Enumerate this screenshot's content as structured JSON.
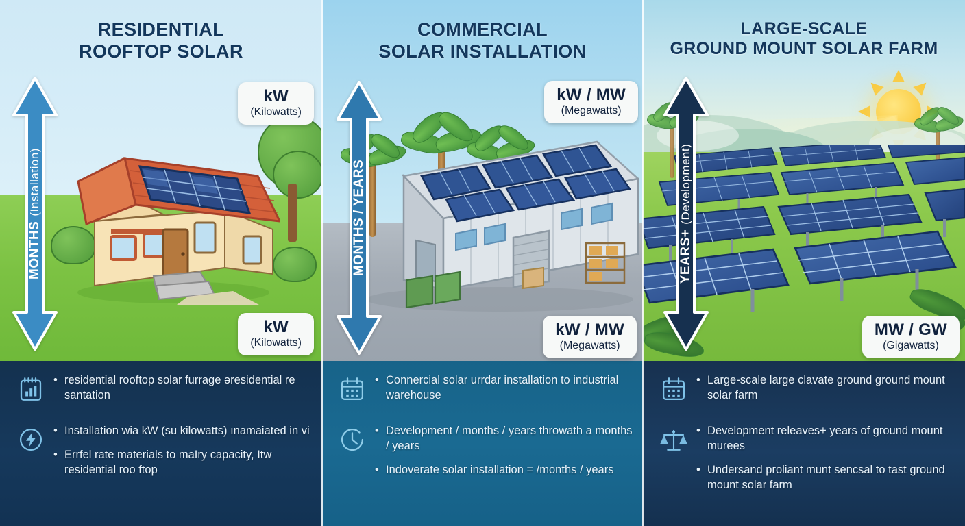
{
  "meta": {
    "title_color": "#13375c",
    "arrow_colors": [
      "#3b8cc4",
      "#2f79ae",
      "#16304f"
    ],
    "infobar_colors": [
      "#14314f",
      "#176389",
      "#173150"
    ]
  },
  "panels": [
    {
      "id": "residential",
      "title_line1": "RESIDENTIAL",
      "title_line2": "ROOFTOP SOLAR",
      "arrow": {
        "label_main": "MONTHS",
        "label_sub": "(Installation)"
      },
      "badge_top": {
        "main": "kW",
        "sub": "(Kilowatts)"
      },
      "badge_bottom": {
        "main": "kW",
        "sub": "(Kilowatts)"
      },
      "info_groups": [
        {
          "icon": "notepad-chart-icon",
          "bullets": [
            "residential rooftop solar furrage  əresidential re santation"
          ]
        },
        {
          "icon": "lightning-bolt-circle-icon",
          "bullets": [
            "Installation wia kW (su kilowatts) ınamaiated in vi",
            "Errfel rate materials to maIry capacity, Itw residential roo ftop"
          ]
        }
      ]
    },
    {
      "id": "commercial",
      "title_line1": "COMMERCIAL",
      "title_line2": "SOLAR INSTALLATION",
      "arrow": {
        "label_main": "MONTHS / YEARS",
        "label_sub": ""
      },
      "badge_top": {
        "main": "kW / MW",
        "sub": "(Megawatts)"
      },
      "badge_bottom": {
        "main": "kW / MW",
        "sub": "(Megawatts)"
      },
      "info_groups": [
        {
          "icon": "calendar-icon",
          "bullets": [
            "Connercial solar urrdar installation to industrial warehouse"
          ]
        },
        {
          "icon": "clock-icon",
          "bullets": [
            "Development / months / years throwath a months / years",
            "Indoverate solar installation = /months / years"
          ]
        }
      ]
    },
    {
      "id": "large-scale",
      "title_line1": "LARGE-SCALE",
      "title_line2": "GROUND MOUNT SOLAR FARM",
      "arrow": {
        "label_main": "YEARS+",
        "label_sub": "(Development)"
      },
      "badge_top": {
        "main": "kW / MW",
        "sub": "(Megawatts)"
      },
      "badge_bottom": {
        "main": "MW / GW",
        "sub": "(Gigawatts)"
      },
      "info_groups": [
        {
          "icon": "calendar-icon",
          "bullets": [
            "Large-scale large clavate ground ground mount solar farm"
          ]
        },
        {
          "icon": "scales-balance-icon",
          "bullets": [
            "Development releaves+ years of ground mount murees",
            "Undersand proliant munt sencsal to tast ground mount solar farm"
          ]
        }
      ]
    }
  ]
}
